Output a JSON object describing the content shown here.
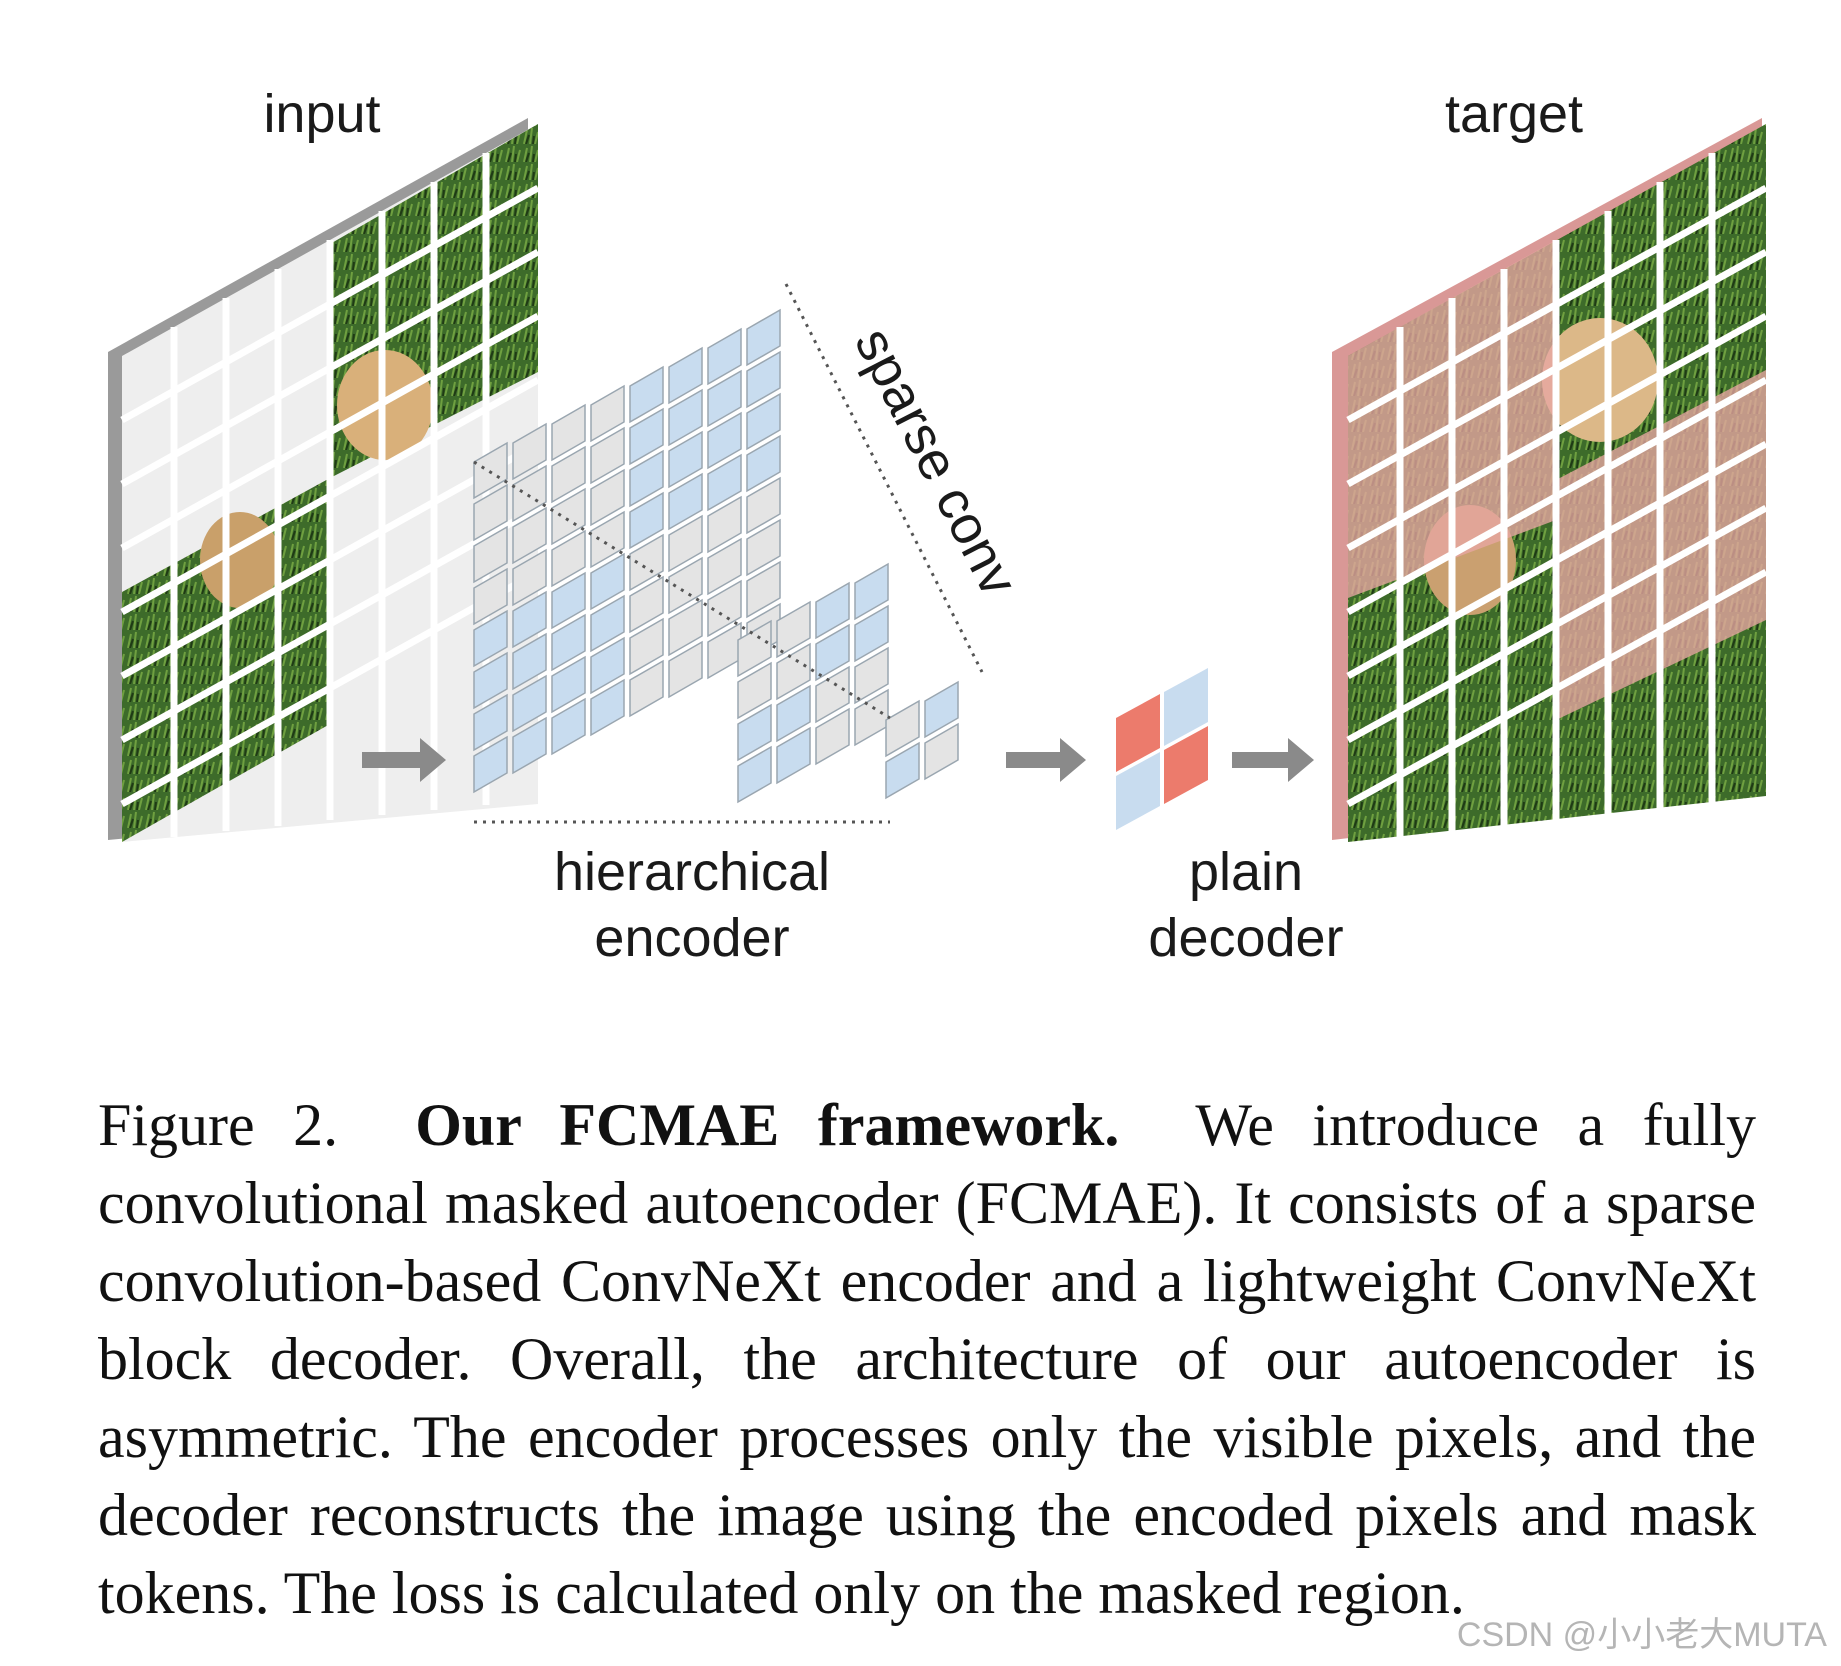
{
  "figure": {
    "input_label": "input",
    "target_label": "target",
    "sparse_conv_label": "sparse conv",
    "encoder_label_line1": "hierarchical",
    "encoder_label_line2": "encoder",
    "decoder_label_line1": "plain",
    "decoder_label_line2": "decoder",
    "arrow_icon": "right-arrow-icon",
    "colors": {
      "visible_patch": "#c8dcef",
      "masked_patch": "#e4e4e4",
      "decoder_mask_token": "#ec7b6c",
      "target_overlay": "#e8a6a3",
      "grass": "#3d6b2a"
    }
  },
  "caption": {
    "label": "Figure 2.",
    "title": "Our FCMAE framework.",
    "body": "We introduce a fully convolutional masked autoencoder (FCMAE). It consists of a sparse convolution-based ConvNeXt encoder and a lightweight ConvNeXt block decoder. Overall, the architecture of our autoencoder is asymmetric. The encoder processes only the visible pixels, and the decoder reconstructs the image using the encoded pixels and mask tokens. The loss is calculated only on the masked region."
  },
  "watermark": "CSDN @小小老大MUTA"
}
